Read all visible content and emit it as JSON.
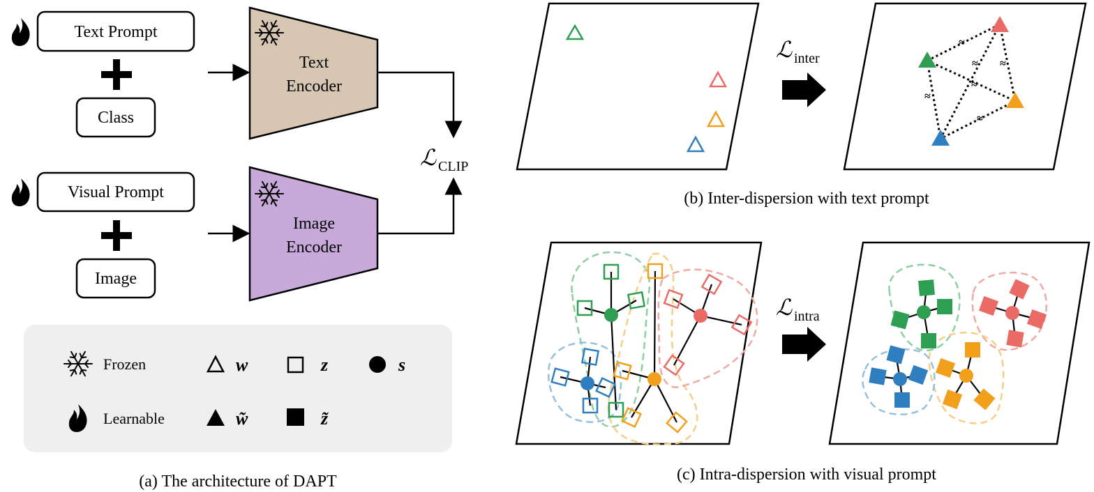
{
  "panel_a": {
    "text_prompt": "Text Prompt",
    "class": "Class",
    "visual_prompt": "Visual Prompt",
    "image": "Image",
    "text_encoder_line1": "Text",
    "text_encoder_line2": "Encoder",
    "image_encoder_line1": "Image",
    "image_encoder_line2": "Encoder",
    "loss_symbol": "ℒ",
    "loss_subscript": "CLIP",
    "caption": "(a) The architecture of DAPT"
  },
  "legend": {
    "frozen": "Frozen",
    "learnable": "Learnable",
    "w": "w",
    "z": "z",
    "s": "s",
    "w_tilde": "w̃",
    "z_tilde": "z̃"
  },
  "panel_b": {
    "loss_symbol": "ℒ",
    "loss_subscript": "inter",
    "caption": "(b) Inter-dispersion with text prompt",
    "approx": "≈"
  },
  "panel_c": {
    "loss_symbol": "ℒ",
    "loss_subscript": "intra",
    "caption": "(c) Intra-dispersion with visual prompt"
  },
  "colors": {
    "green": "#2e9e52",
    "red": "#ea6b66",
    "orange": "#f2a01c",
    "blue": "#2f7fc0",
    "text_encoder_fill": "#d6c6b2",
    "image_encoder_fill": "#c7a9da",
    "legend_bg": "#efefef"
  },
  "icons": [
    "snowflake-icon",
    "flame-icon",
    "triangle-outline-icon",
    "triangle-filled-icon",
    "square-outline-icon",
    "square-filled-icon",
    "circle-filled-icon",
    "right-arrow-icon"
  ]
}
